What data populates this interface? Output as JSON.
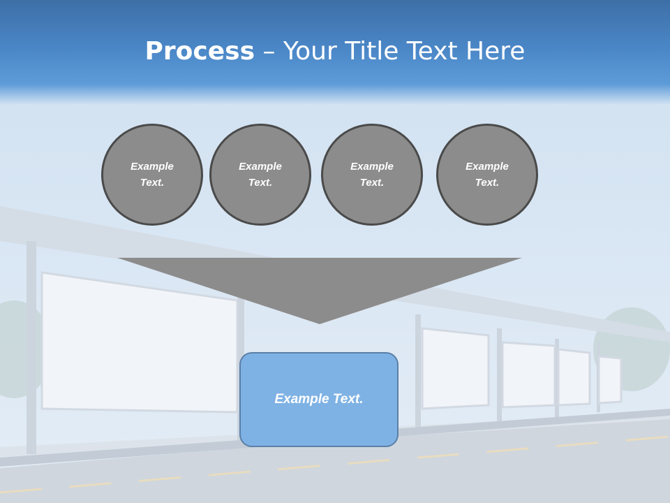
{
  "slide": {
    "title_bold": "Process",
    "title_rest": " – Your Title Text Here"
  },
  "process": {
    "steps": [
      {
        "label": "Example Text."
      },
      {
        "label": "Example Text."
      },
      {
        "label": "Example Text."
      },
      {
        "label": "Example Text."
      }
    ],
    "result_label": "Example Text."
  },
  "colors": {
    "title_band": "#4a86c6",
    "circle_fill": "#8c8c8c",
    "circle_border": "#4a4a4a",
    "funnel_fill": "#8c8c8c",
    "result_fill": "#7fb2e4",
    "result_border": "#5a7fa8"
  }
}
